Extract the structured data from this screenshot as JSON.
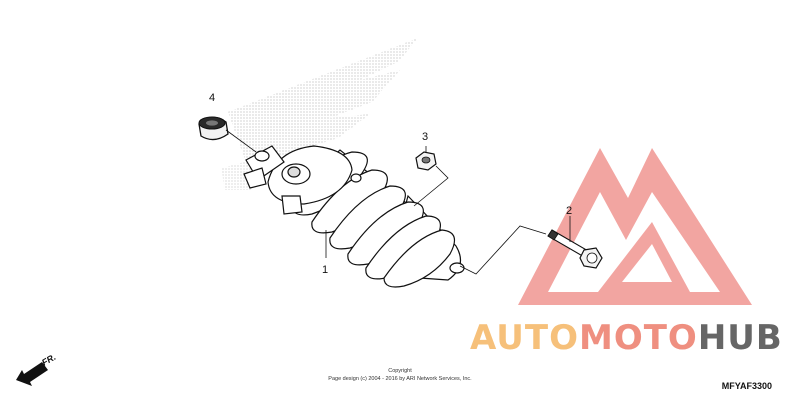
{
  "callouts": {
    "shock_absorber": "1",
    "bolt": "2",
    "nut": "3",
    "cap": "4"
  },
  "direction_marker": "FR.",
  "copyright": {
    "line1": "Copyright",
    "line2": "Page design (c) 2004 - 2016 by ARI Network Services, Inc."
  },
  "diagram_code": "MFYAF3300",
  "watermark": {
    "part1": "AUTO",
    "part2": "MOTO",
    "part3": "HUB",
    "colors": {
      "auto": "#f6c07a",
      "moto": "#ef8f80",
      "hub": "#666666",
      "logo": "#f08f8a"
    }
  }
}
